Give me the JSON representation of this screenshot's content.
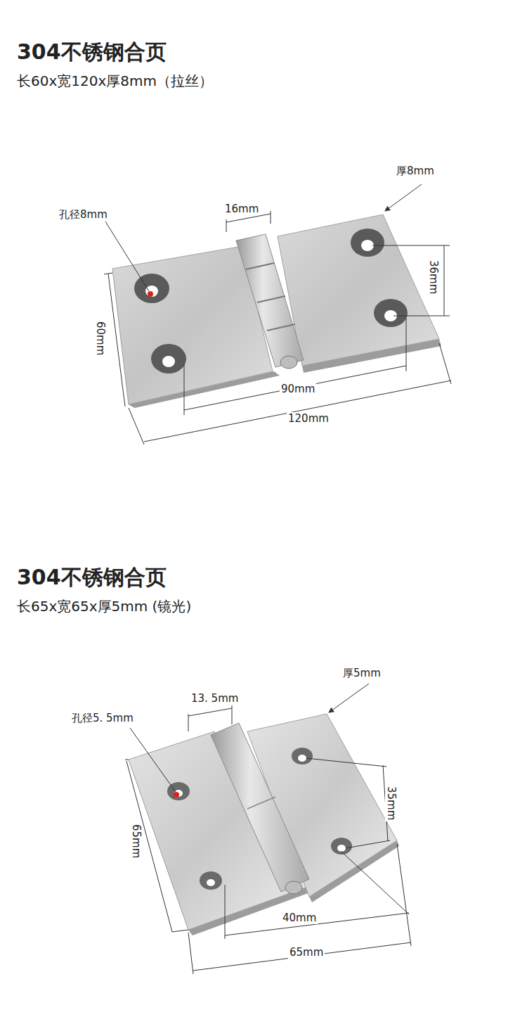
{
  "diagram": {
    "labels": [
      "304不锈钢合页",
      "长60x宽120x厚8mm（拉丝）",
      "孔径8mm",
      "16mm",
      "厚8mm",
      "36mm",
      "60mm",
      "90mm",
      "120mm",
      "304不锈钢合页",
      "长65x宽65x厚5mm (镜光)",
      "孔径5. 5mm",
      "13. 5mm",
      "厚5mm",
      "35mm",
      "65mm",
      "40mm",
      "65mm"
    ]
  }
}
